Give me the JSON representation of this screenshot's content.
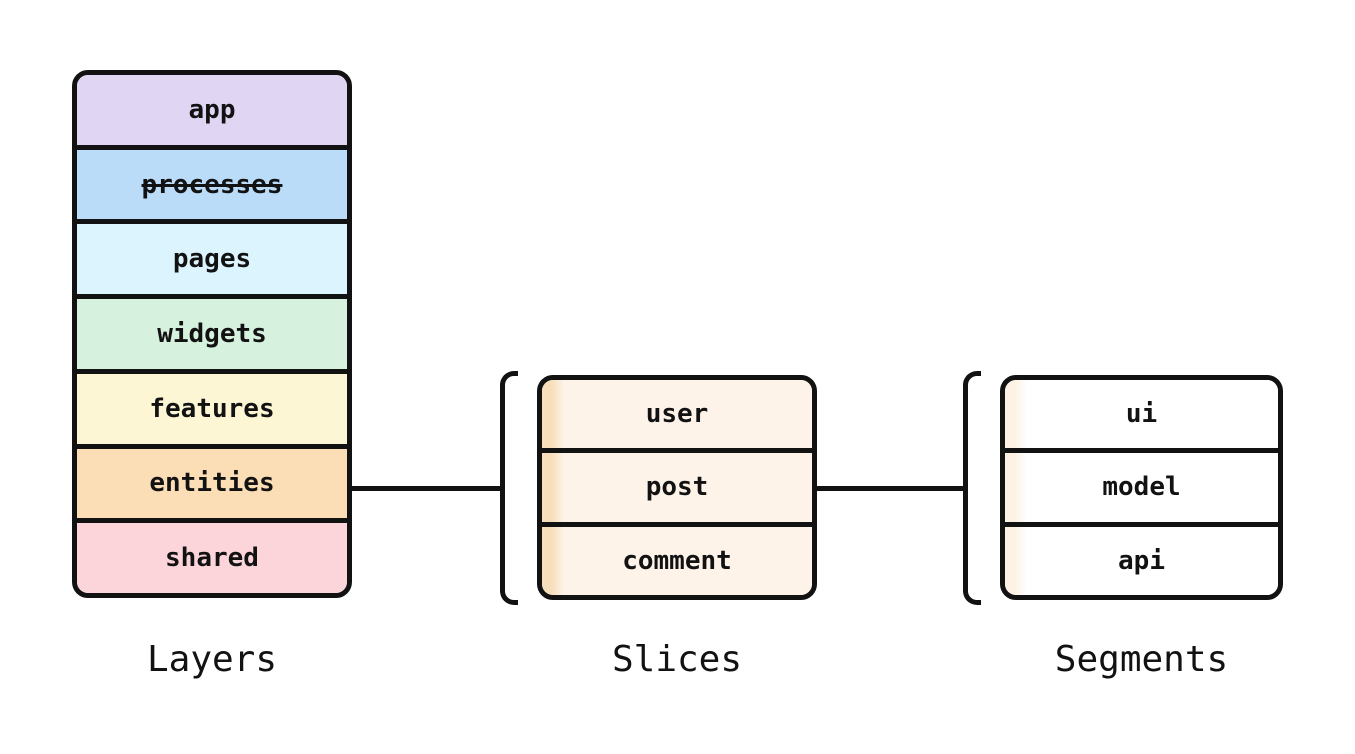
{
  "diagram": {
    "kind": "feature-sliced-design-architecture",
    "groups": {
      "layers": {
        "label": "Layers",
        "items": [
          {
            "label": "app",
            "color": "#e0d6f4",
            "strikethrough": false
          },
          {
            "label": "processes",
            "color": "#bbdcf9",
            "strikethrough": true
          },
          {
            "label": "pages",
            "color": "#dcf4fd",
            "strikethrough": false
          },
          {
            "label": "widgets",
            "color": "#d6f1de",
            "strikethrough": false
          },
          {
            "label": "features",
            "color": "#fcf6d5",
            "strikethrough": false
          },
          {
            "label": "entities",
            "color": "#fbdeb6",
            "strikethrough": false
          },
          {
            "label": "shared",
            "color": "#fcd5da",
            "strikethrough": false
          }
        ]
      },
      "slices": {
        "label": "Slices",
        "body_color": "#fdf3e8",
        "stripe_color": "#f8dfbb",
        "items": [
          {
            "label": "user"
          },
          {
            "label": "post"
          },
          {
            "label": "comment"
          }
        ]
      },
      "segments": {
        "label": "Segments",
        "body_color": "#ffffff",
        "stripe_color": "#fdf2e3",
        "items": [
          {
            "label": "ui"
          },
          {
            "label": "model"
          },
          {
            "label": "api"
          }
        ]
      }
    },
    "connectors": [
      {
        "from": "layers.entities",
        "to": "slices-bracket"
      },
      {
        "from": "slices.post",
        "to": "segments-bracket"
      }
    ],
    "style": {
      "ink_color": "#121212",
      "background_color": "#ffffff"
    }
  }
}
